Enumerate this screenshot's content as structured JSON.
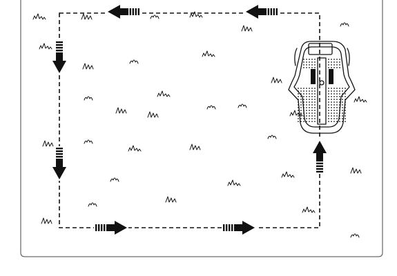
{
  "figure": {
    "subject": "robotic-lawn-mower-boundary-diagram",
    "colors": {
      "ink": "#111111",
      "background": "#ffffff",
      "panel_border": "#444444"
    },
    "boundary_wire": {
      "style": "dashed",
      "shape": "closed-loop"
    },
    "mower": {
      "icon": "robotic-mower-icon",
      "orientation": "front-up"
    },
    "direction_arrows": [
      {
        "id": "top-right",
        "direction": "left"
      },
      {
        "id": "top-left",
        "direction": "left"
      },
      {
        "id": "left-upper",
        "direction": "down"
      },
      {
        "id": "left-lower",
        "direction": "down"
      },
      {
        "id": "bottom-left",
        "direction": "right"
      },
      {
        "id": "bottom-middle",
        "direction": "right"
      },
      {
        "id": "right-lower",
        "direction": "up"
      }
    ],
    "grass_tufts": {
      "icon": "grass-tuft-icon",
      "count": 33
    }
  }
}
